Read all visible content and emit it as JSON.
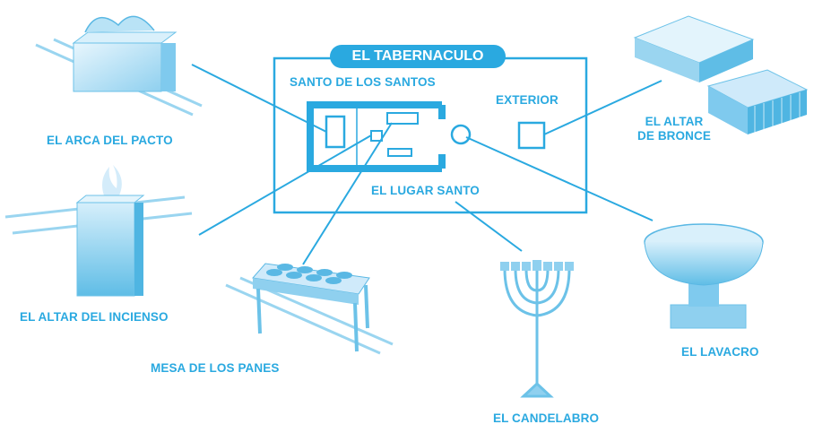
{
  "title": "EL TABERNACULO",
  "colors": {
    "accent": "#2aa9e0",
    "background": "#ffffff"
  },
  "regions": {
    "holy_of_holies": "SANTO DE LOS SANTOS",
    "holy_place": "EL LUGAR SANTO",
    "exterior": "EXTERIOR"
  },
  "items": {
    "ark": "EL ARCA DEL PACTO",
    "incense_altar": "EL ALTAR DEL INCIENSO",
    "bread_table": "MESA DE LOS PANES",
    "lampstand": "EL CANDELABRO",
    "laver": "EL LAVACRO",
    "bronze_altar_line1": "EL ALTAR",
    "bronze_altar_line2": "DE BRONCE"
  }
}
